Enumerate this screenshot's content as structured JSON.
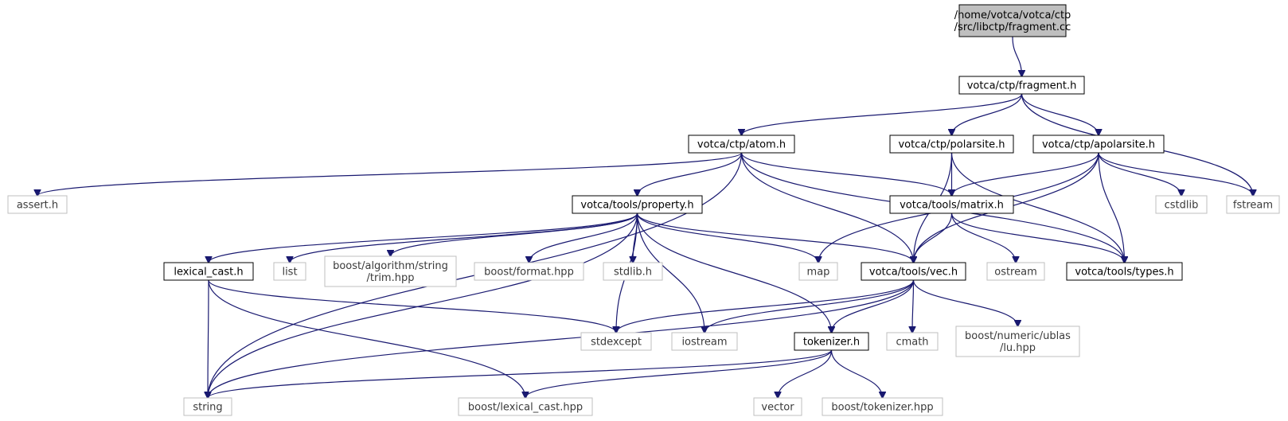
{
  "nodes": {
    "root": {
      "lines": [
        "/home/votca/votca/ctp",
        "/src/libctp/fragment.cc"
      ],
      "kind": "root"
    },
    "fragment": {
      "lines": [
        "votca/ctp/fragment.h"
      ],
      "kind": "doc"
    },
    "atom": {
      "lines": [
        "votca/ctp/atom.h"
      ],
      "kind": "doc"
    },
    "polarsite": {
      "lines": [
        "votca/ctp/polarsite.h"
      ],
      "kind": "doc"
    },
    "apolarsite": {
      "lines": [
        "votca/ctp/apolarsite.h"
      ],
      "kind": "doc"
    },
    "fstream": {
      "lines": [
        "fstream"
      ],
      "kind": "ext"
    },
    "assert": {
      "lines": [
        "assert.h"
      ],
      "kind": "ext"
    },
    "property": {
      "lines": [
        "votca/tools/property.h"
      ],
      "kind": "doc"
    },
    "matrix": {
      "lines": [
        "votca/tools/matrix.h"
      ],
      "kind": "doc"
    },
    "cstdlib": {
      "lines": [
        "cstdlib"
      ],
      "kind": "ext"
    },
    "lexical_cast": {
      "lines": [
        "lexical_cast.h"
      ],
      "kind": "doc"
    },
    "list": {
      "lines": [
        "list"
      ],
      "kind": "ext"
    },
    "trim": {
      "lines": [
        "boost/algorithm/string",
        "/trim.hpp"
      ],
      "kind": "ext"
    },
    "format": {
      "lines": [
        "boost/format.hpp"
      ],
      "kind": "ext"
    },
    "stdlib": {
      "lines": [
        "stdlib.h"
      ],
      "kind": "ext"
    },
    "map": {
      "lines": [
        "map"
      ],
      "kind": "ext"
    },
    "vec": {
      "lines": [
        "votca/tools/vec.h"
      ],
      "kind": "doc"
    },
    "ostream": {
      "lines": [
        "ostream"
      ],
      "kind": "ext"
    },
    "types": {
      "lines": [
        "votca/tools/types.h"
      ],
      "kind": "doc"
    },
    "stdexcept": {
      "lines": [
        "stdexcept"
      ],
      "kind": "ext"
    },
    "iostream": {
      "lines": [
        "iostream"
      ],
      "kind": "ext"
    },
    "tokenizer_h": {
      "lines": [
        "tokenizer.h"
      ],
      "kind": "doc"
    },
    "cmath": {
      "lines": [
        "cmath"
      ],
      "kind": "ext"
    },
    "lu": {
      "lines": [
        "boost/numeric/ublas",
        "/lu.hpp"
      ],
      "kind": "ext"
    },
    "string": {
      "lines": [
        "string"
      ],
      "kind": "ext"
    },
    "boost_lexical": {
      "lines": [
        "boost/lexical_cast.hpp"
      ],
      "kind": "ext"
    },
    "vector": {
      "lines": [
        "vector"
      ],
      "kind": "ext"
    },
    "boost_tokenizer": {
      "lines": [
        "boost/tokenizer.hpp"
      ],
      "kind": "ext"
    }
  },
  "edges": [
    [
      "root",
      "fragment"
    ],
    [
      "fragment",
      "atom"
    ],
    [
      "fragment",
      "polarsite"
    ],
    [
      "fragment",
      "apolarsite"
    ],
    [
      "fragment",
      "fstream"
    ],
    [
      "atom",
      "assert"
    ],
    [
      "atom",
      "string"
    ],
    [
      "atom",
      "property"
    ],
    [
      "atom",
      "matrix"
    ],
    [
      "atom",
      "vec"
    ],
    [
      "atom",
      "types"
    ],
    [
      "polarsite",
      "matrix"
    ],
    [
      "polarsite",
      "vec"
    ],
    [
      "polarsite",
      "types"
    ],
    [
      "apolarsite",
      "map"
    ],
    [
      "apolarsite",
      "matrix"
    ],
    [
      "apolarsite",
      "vec"
    ],
    [
      "apolarsite",
      "types"
    ],
    [
      "apolarsite",
      "cstdlib"
    ],
    [
      "apolarsite",
      "fstream"
    ],
    [
      "property",
      "string"
    ],
    [
      "property",
      "lexical_cast"
    ],
    [
      "property",
      "list"
    ],
    [
      "property",
      "trim"
    ],
    [
      "property",
      "format"
    ],
    [
      "property",
      "stdlib"
    ],
    [
      "property",
      "map"
    ],
    [
      "property",
      "vec"
    ],
    [
      "property",
      "stdexcept"
    ],
    [
      "property",
      "iostream"
    ],
    [
      "property",
      "tokenizer_h"
    ],
    [
      "matrix",
      "vec"
    ],
    [
      "matrix",
      "ostream"
    ],
    [
      "matrix",
      "types"
    ],
    [
      "lexical_cast",
      "string"
    ],
    [
      "lexical_cast",
      "stdexcept"
    ],
    [
      "lexical_cast",
      "boost_lexical"
    ],
    [
      "vec",
      "stdexcept"
    ],
    [
      "vec",
      "iostream"
    ],
    [
      "vec",
      "string"
    ],
    [
      "vec",
      "tokenizer_h"
    ],
    [
      "vec",
      "cmath"
    ],
    [
      "vec",
      "lu"
    ],
    [
      "tokenizer_h",
      "string"
    ],
    [
      "tokenizer_h",
      "boost_lexical"
    ],
    [
      "tokenizer_h",
      "vector"
    ],
    [
      "tokenizer_h",
      "boost_tokenizer"
    ]
  ]
}
